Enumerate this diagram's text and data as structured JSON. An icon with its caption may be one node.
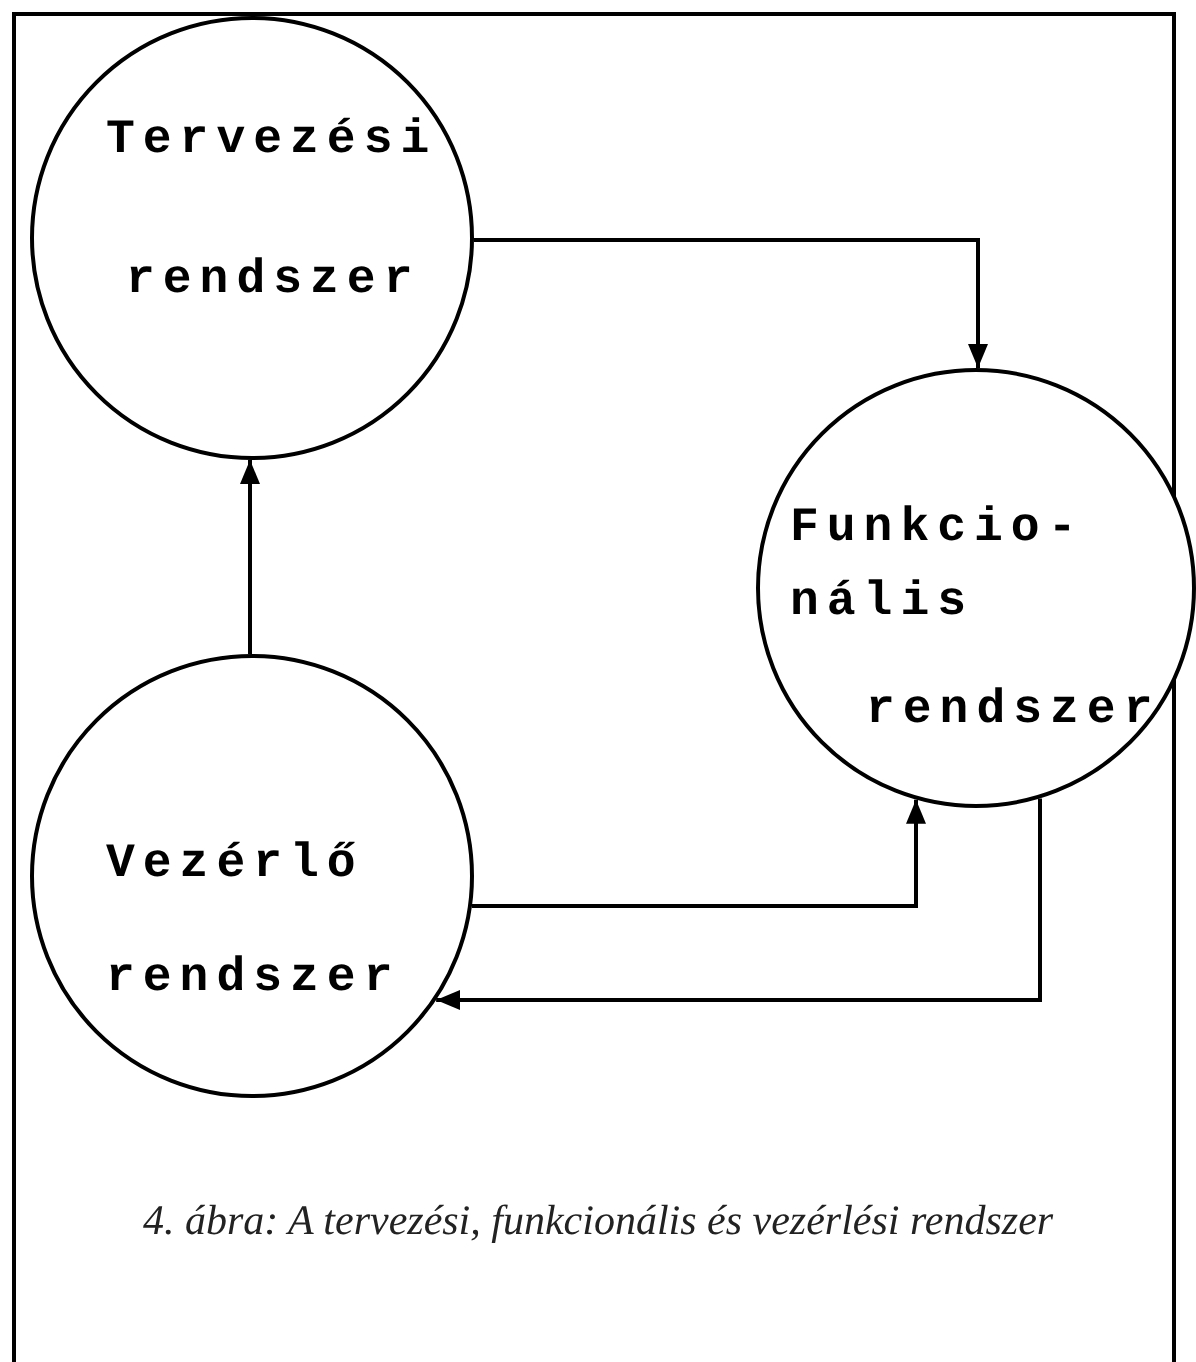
{
  "diagram": {
    "caption": "4. ábra: A tervezési, funkcionális és vezérlési rendszer",
    "nodes": [
      {
        "text": [
          "Tervezési",
          "rendszer"
        ]
      },
      {
        "text": [
          "Funkcio- nális",
          "rendszer"
        ]
      },
      {
        "text": [
          "Vezérlő",
          "rendszer"
        ]
      }
    ],
    "edges": [
      {
        "from": 0,
        "to": 1,
        "arrow": "to"
      },
      {
        "from": 2,
        "to": 0,
        "arrow": "to"
      },
      {
        "from": 2,
        "to": 1,
        "arrow": "to"
      },
      {
        "from": 1,
        "to": 2,
        "arrow": "to"
      }
    ]
  }
}
